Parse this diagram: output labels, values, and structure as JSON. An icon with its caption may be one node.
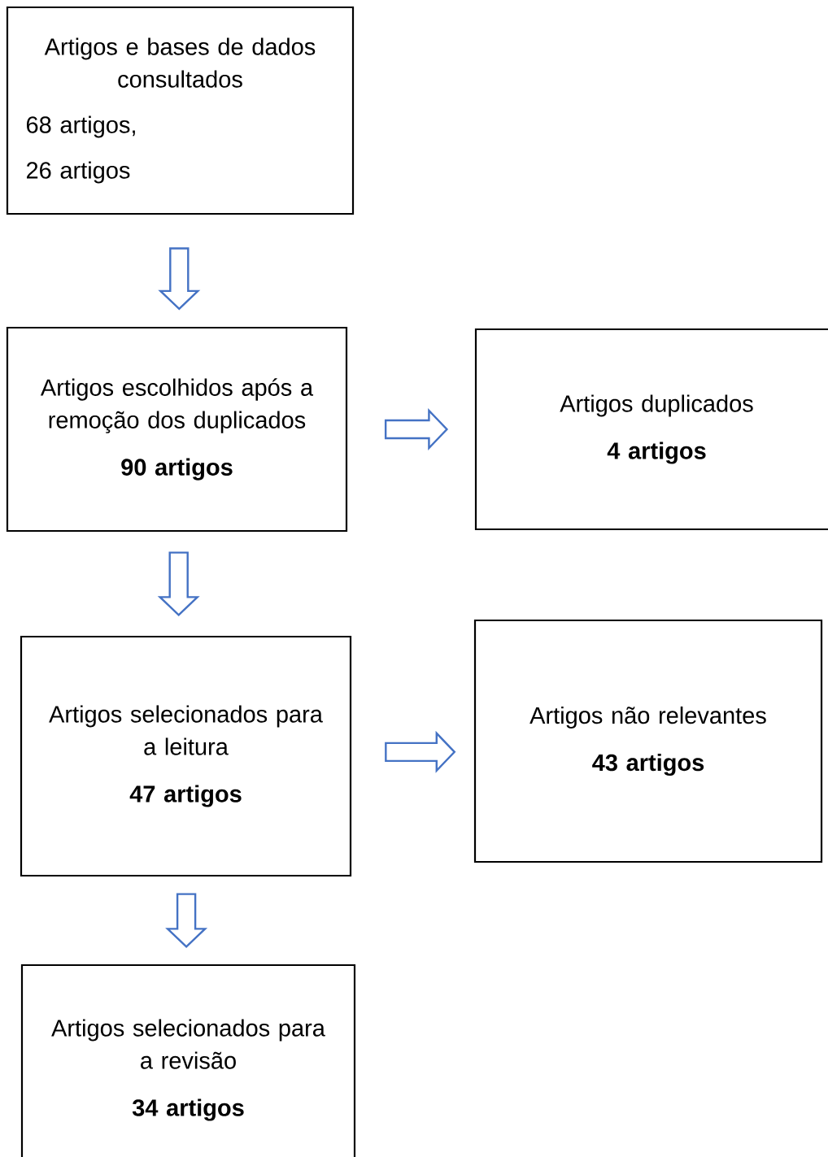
{
  "diagram": {
    "nodes": [
      {
        "text": [
          "Artigos e bases de dados consultados",
          "68 artigos,",
          "26 artigos"
        ]
      },
      {
        "text": [
          "Artigos escolhidos após a remoção dos duplicados",
          "90 artigos"
        ]
      },
      {
        "text": [
          "Artigos duplicados",
          "4 artigos"
        ]
      },
      {
        "text": [
          "Artigos selecionados para a leitura",
          "47 artigos"
        ]
      },
      {
        "text": [
          "Artigos não relevantes",
          "43 artigos"
        ]
      },
      {
        "text": [
          "Artigos selecionados para a revisão",
          "34 artigos"
        ]
      }
    ],
    "edges": [
      {
        "from": 0,
        "to": 1,
        "arrow": "to"
      },
      {
        "from": 1,
        "to": 2,
        "arrow": "to"
      },
      {
        "from": 1,
        "to": 3,
        "arrow": "to"
      },
      {
        "from": 3,
        "to": 4,
        "arrow": "to"
      },
      {
        "from": 3,
        "to": 5,
        "arrow": "to"
      }
    ]
  }
}
